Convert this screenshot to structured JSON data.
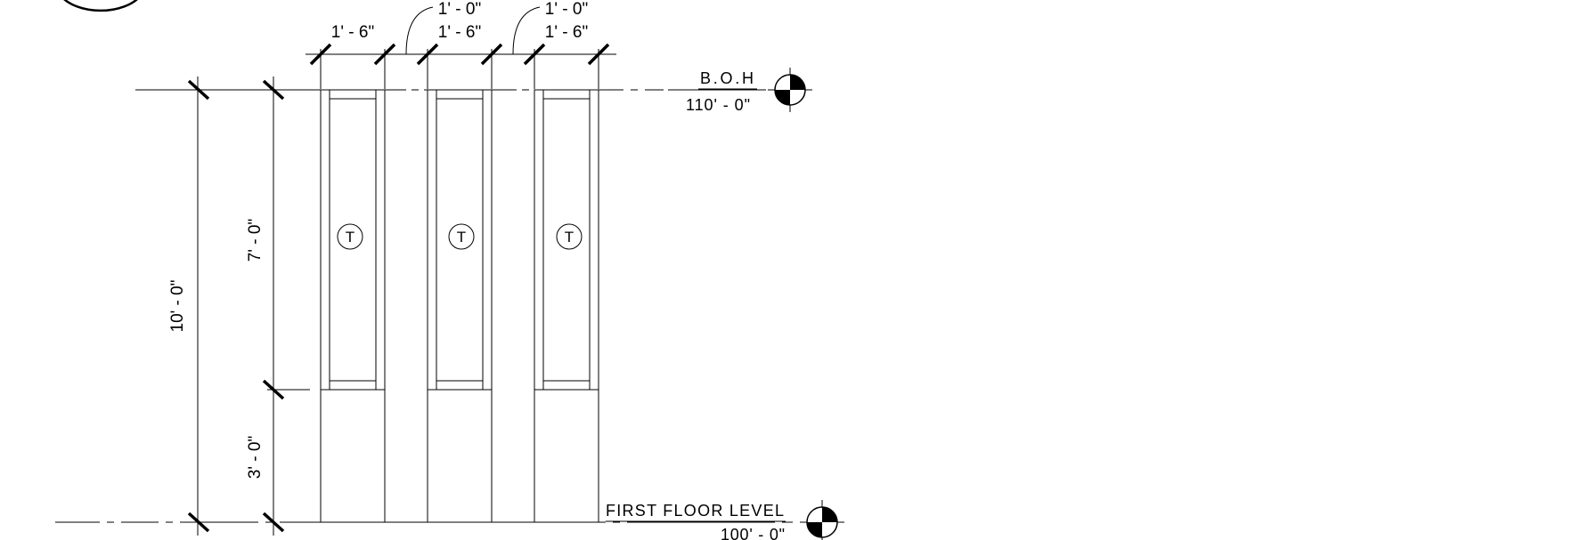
{
  "drawing": {
    "dimensions": {
      "panel_width": "1' - 6\"",
      "mullion_width_1": "1' - 0\"",
      "mullion_width_2": "1' - 0\"",
      "total_height": "10' - 0\"",
      "upper_height": "7' - 0\"",
      "lower_height": "3' - 0\""
    },
    "levels": {
      "top": {
        "name": "B.O.H",
        "elevation": "110' - 0\""
      },
      "bottom": {
        "name": "FIRST FLOOR LEVEL",
        "elevation": "100' - 0\""
      }
    },
    "glazing_tag": "T",
    "panel_count": 3
  },
  "colors": {
    "line": "#000000",
    "background": "#ffffff"
  }
}
